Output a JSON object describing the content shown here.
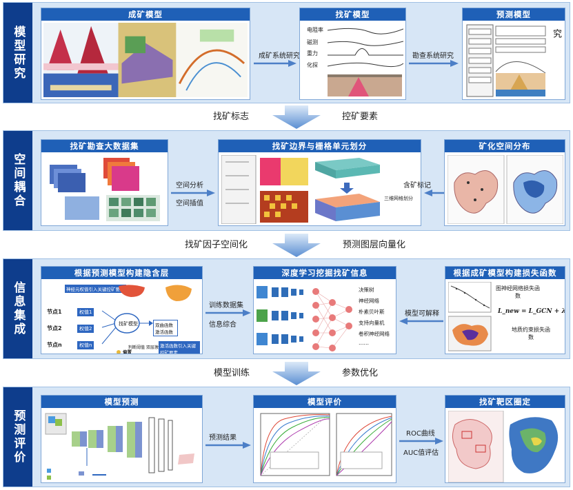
{
  "rows": [
    {
      "side_label": "模型研究",
      "boxes": [
        "成矿模型",
        "找矿模型",
        "预测模型"
      ],
      "arrows": [
        "成矿系统研究",
        "勘查系统研究"
      ],
      "find_curves": [
        "电阻率",
        "磁测",
        "重力",
        "化探"
      ],
      "predict_side": "预测评价系统研究"
    },
    {
      "side_label": "空间耦合",
      "boxes": [
        "找矿勘查大数据集",
        "找矿边界与栅格单元划分",
        "矿化空间分布"
      ],
      "arrows_left": [
        "空间分析",
        "空间插值"
      ],
      "arrow_right": "含矿标记",
      "inner": [
        "三维网格划分"
      ]
    },
    {
      "side_label": "信息集成",
      "boxes": [
        "根据预测模型构建隐含层",
        "深度学习挖掘找矿信息",
        "根据成矿模型构建损失函数"
      ],
      "arrows_left": [
        "训练数据集",
        "信息综合"
      ],
      "arrow_right": "模型可解释",
      "nodes": [
        "节点1",
        "节点2",
        "节点n"
      ],
      "weights": [
        "权值1",
        "权值2",
        "权值n"
      ],
      "center_node": "找矿模型",
      "top_note": "神经元权值引入关键控矿要素",
      "mid_note": "双曲函数激活函数",
      "bottom_note": "激活函数引入关键控矿要素",
      "small_note": "判断阈值 双层激活",
      "legend": "偏置",
      "methods": [
        "决策树",
        "神经网络",
        "朴素贝叶斯",
        "支持向量机",
        "卷积神经网络",
        "……"
      ],
      "loss_top": "图神经网络损失函数",
      "loss_formula": "L_new = L_GCN + λL_geo",
      "loss_bottom": "地质约束损失函数"
    },
    {
      "side_label": "预测评价",
      "boxes": [
        "模型预测",
        "模型评价",
        "找矿靶区圈定"
      ],
      "arrows_left": [
        "预测结果"
      ],
      "arrows_right": [
        "ROC曲线",
        "AUC值评估"
      ]
    }
  ],
  "transitions": [
    {
      "left": "找矿标志",
      "right": "控矿要素"
    },
    {
      "left": "找矿因子空间化",
      "right": "预测图层向量化"
    },
    {
      "left": "模型训练",
      "right": "参数优化"
    }
  ]
}
